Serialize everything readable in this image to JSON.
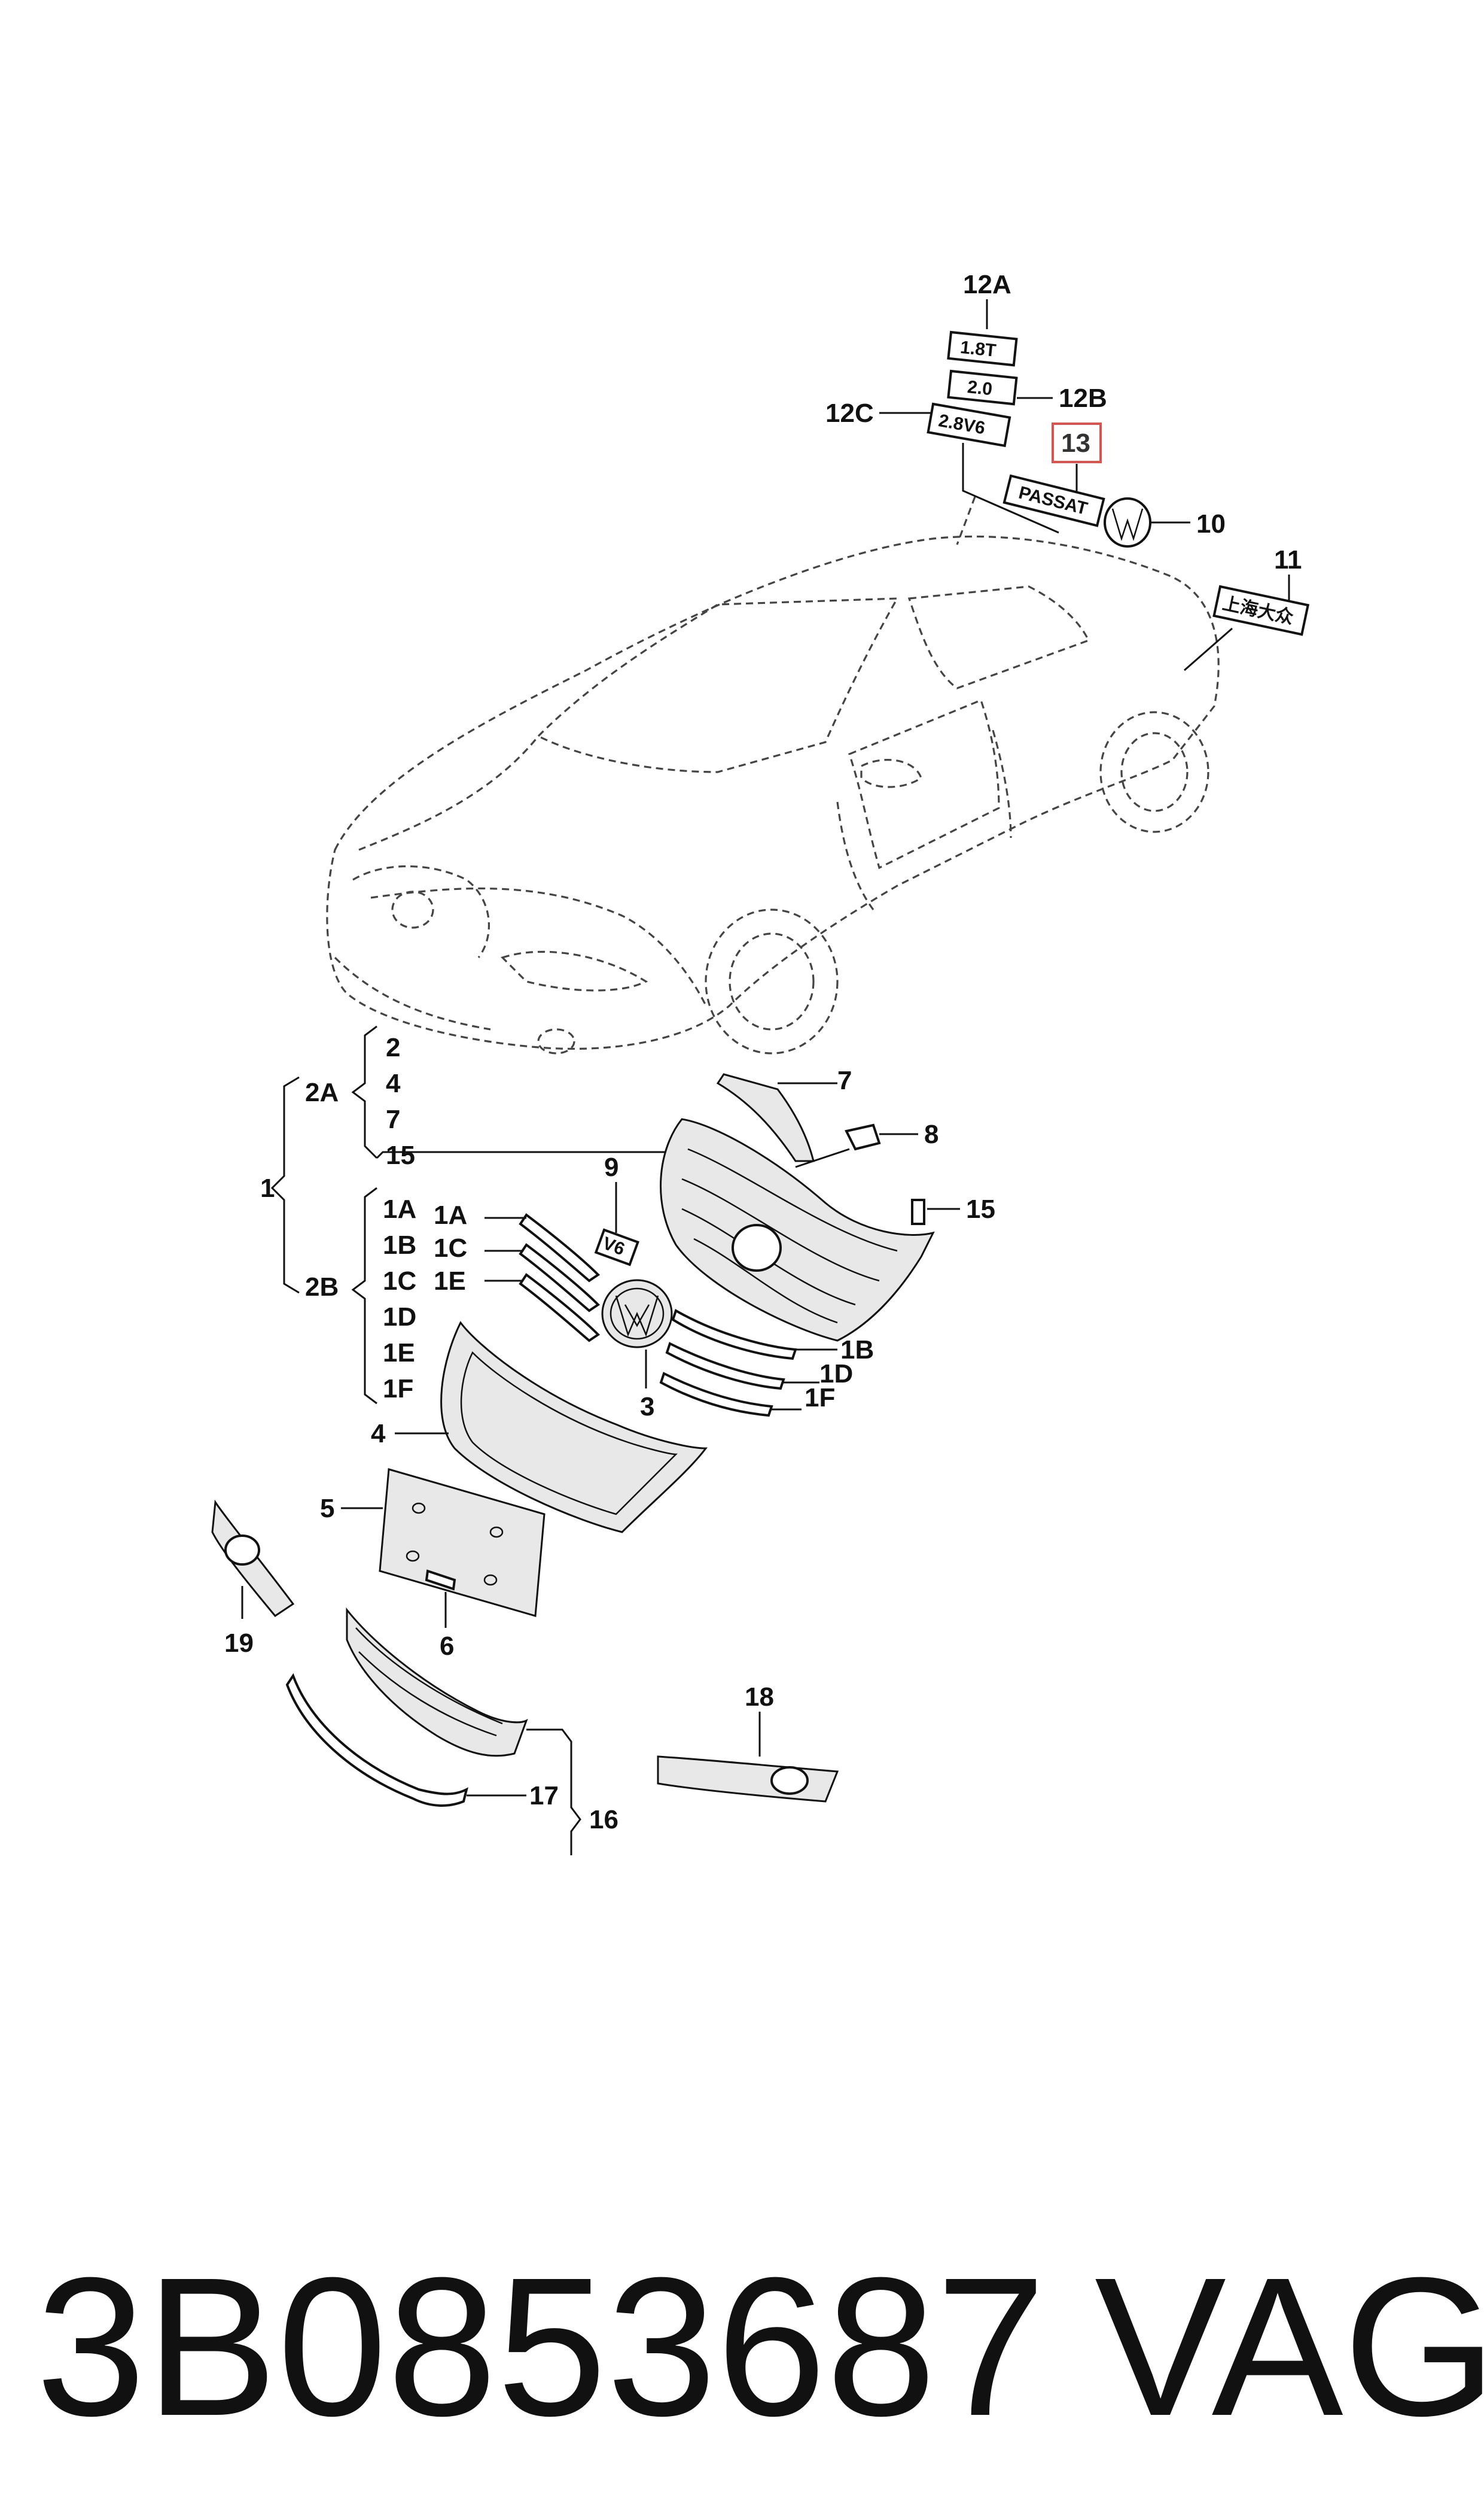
{
  "callouts": {
    "c12a": "12A",
    "c12b": "12B",
    "c12c": "12C",
    "c13": "13",
    "c10": "10",
    "c11": "11",
    "c2": "2",
    "c4": "4",
    "c7a": "7",
    "c15a": "15",
    "c2a": "2A",
    "c1": "1",
    "c2b": "2B",
    "c1a": "1A",
    "c1b": "1B",
    "c1c": "1C",
    "c1d": "1D",
    "c1e": "1E",
    "c1f": "1F",
    "c9": "9",
    "c1a2": "1A",
    "c1c2": "1C",
    "c1e2": "1E",
    "c7": "7",
    "c8": "8",
    "c15": "15",
    "c1b2": "1B",
    "c1d2": "1D",
    "c1f2": "1F",
    "c3": "3",
    "c4b": "4",
    "c5": "5",
    "c6": "6",
    "c19": "19",
    "c18": "18",
    "c16": "16",
    "c17": "17"
  },
  "badges": {
    "b18t": "1.8T",
    "b20": "2.0",
    "b28": "2.8V6",
    "passat": "PASSAT",
    "chinese": "上海大众",
    "v6": "V6"
  },
  "highlight_color": "#d9534f",
  "footer": {
    "part_number": "3B0853687",
    "brand": "VAG"
  }
}
